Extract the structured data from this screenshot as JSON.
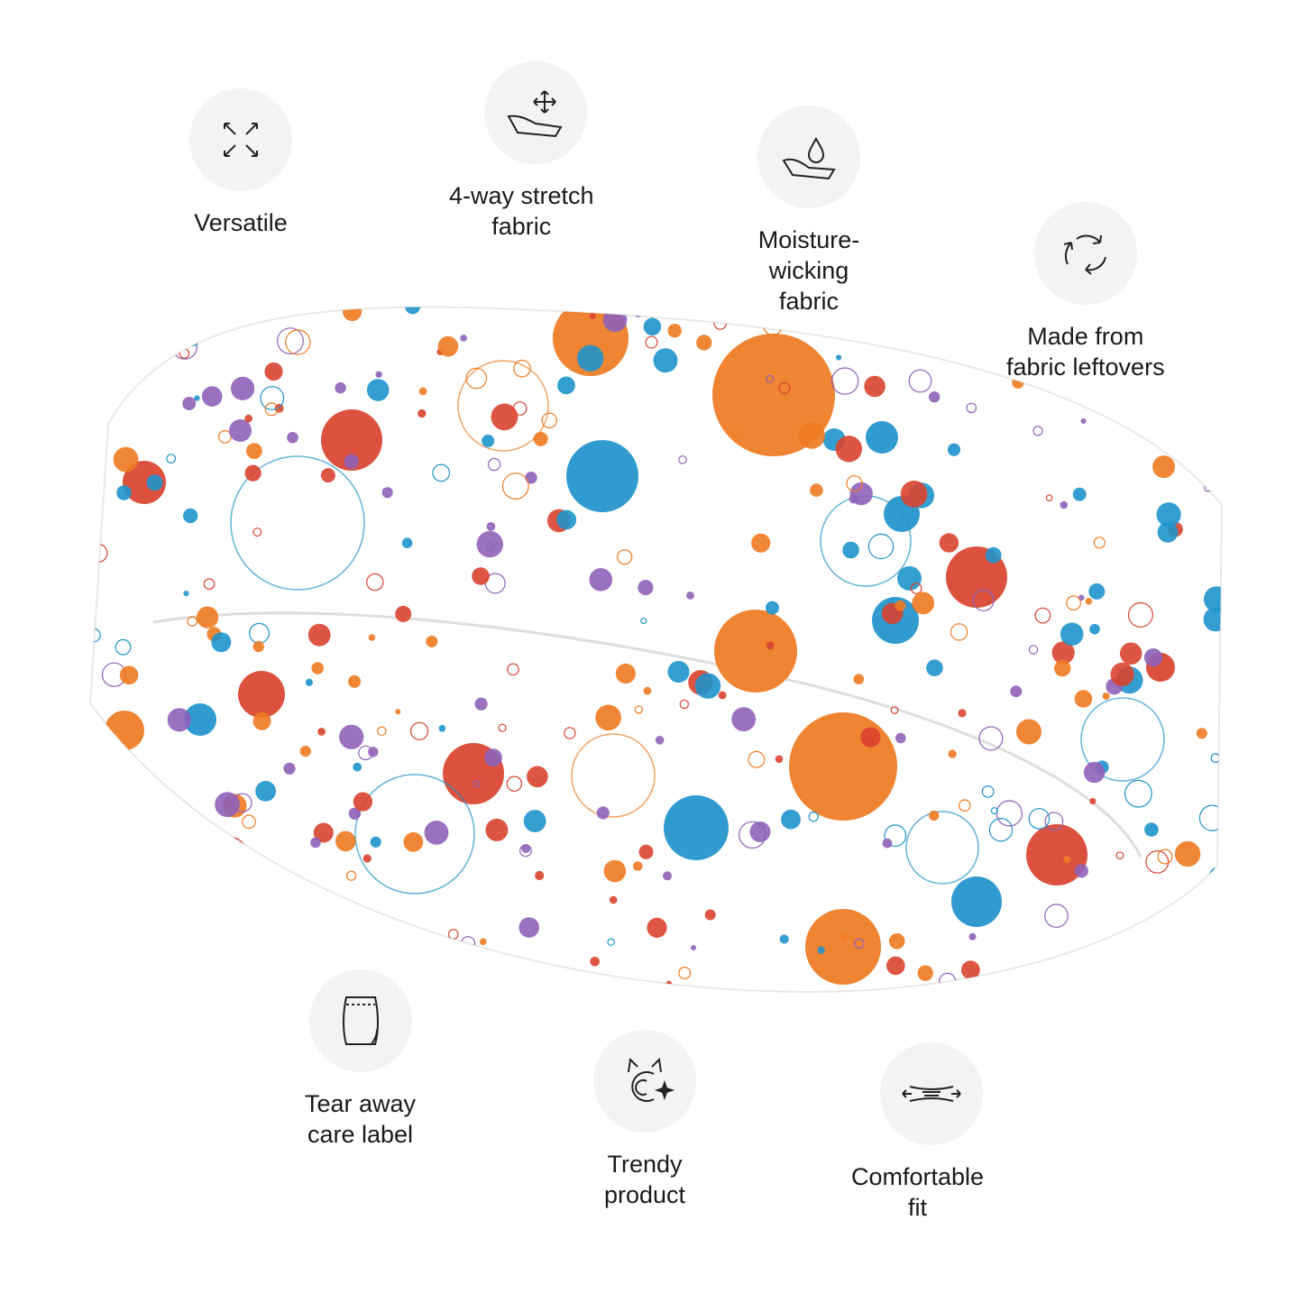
{
  "features": {
    "versatile": {
      "icon": "expand-arrows-icon",
      "lines": [
        "Versatile"
      ]
    },
    "stretch": {
      "icon": "stretch-fabric-icon",
      "lines": [
        "4-way stretch",
        "fabric"
      ]
    },
    "moisture": {
      "icon": "water-drop-fabric-icon",
      "lines": [
        "Moisture-",
        "wicking",
        "fabric"
      ]
    },
    "leftovers": {
      "icon": "recycle-icon",
      "lines": [
        "Made from",
        "fabric leftovers"
      ]
    },
    "care_label": {
      "icon": "care-label-icon",
      "lines": [
        "Tear away",
        "care label"
      ]
    },
    "trendy": {
      "icon": "trendy-cat-sparkle-icon",
      "lines": [
        "Trendy",
        "product"
      ]
    },
    "comfort": {
      "icon": "comfort-fit-icon",
      "lines": [
        "Comfortable",
        "fit"
      ]
    }
  },
  "colors": {
    "icon_bg": "#f3f3f3",
    "text": "#1a1a1a",
    "dot_orange": "#ee7a21",
    "dot_red": "#d9432f",
    "dot_blue": "#1f93cc",
    "dot_purple": "#8e62b8"
  }
}
